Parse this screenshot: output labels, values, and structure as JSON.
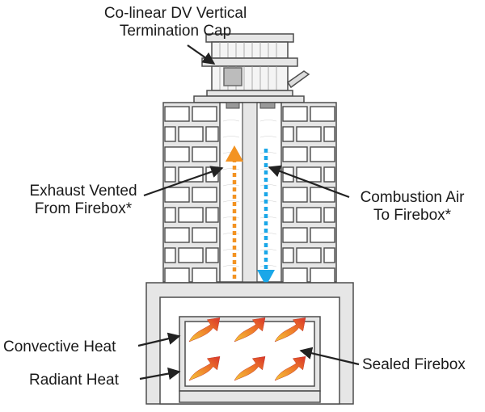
{
  "labels": {
    "cap_line1": "Co-linear DV Vertical",
    "cap_line2": "Termination Cap",
    "exhaust_line1": "Exhaust Vented",
    "exhaust_line2": "From Firebox*",
    "combustion_line1": "Combustion Air",
    "combustion_line2": "To Firebox*",
    "convective": "Convective Heat",
    "radiant": "Radiant Heat",
    "sealed": "Sealed Firebox"
  },
  "colors": {
    "brick_fill": "#e6e6e6",
    "outline": "#4d4d4d",
    "exhaust_arrow": "#f39322",
    "combustion_arrow": "#1aa7e8",
    "flame_start": "#f5c63a",
    "flame_end": "#d9362b",
    "pointer": "#222222"
  },
  "icons": {
    "flame": "flame-arrow-icon",
    "pointer": "pointer-arrow-icon"
  }
}
